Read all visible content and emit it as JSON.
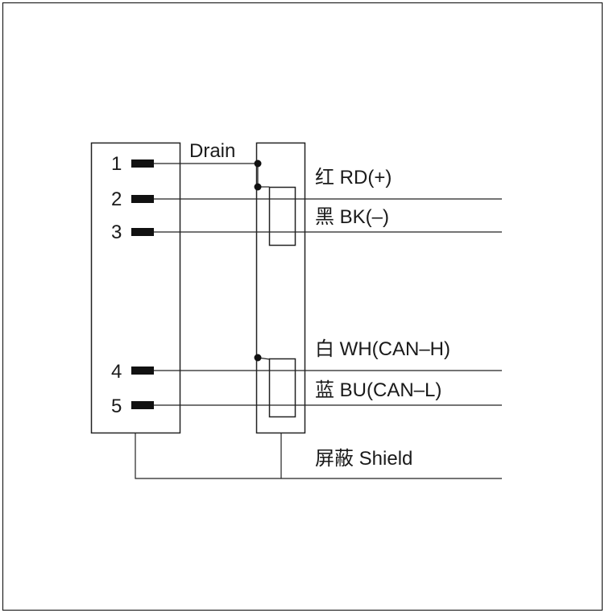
{
  "diagram": {
    "drain_label": "Drain",
    "pins": [
      "1",
      "2",
      "3",
      "4",
      "5"
    ],
    "wires": {
      "red": "红 RD(+)",
      "black": "黑 BK(–)",
      "white": "白 WH(CAN–H)",
      "blue": "蓝 BU(CAN–L)",
      "shield": "屏蔽 Shield"
    }
  }
}
